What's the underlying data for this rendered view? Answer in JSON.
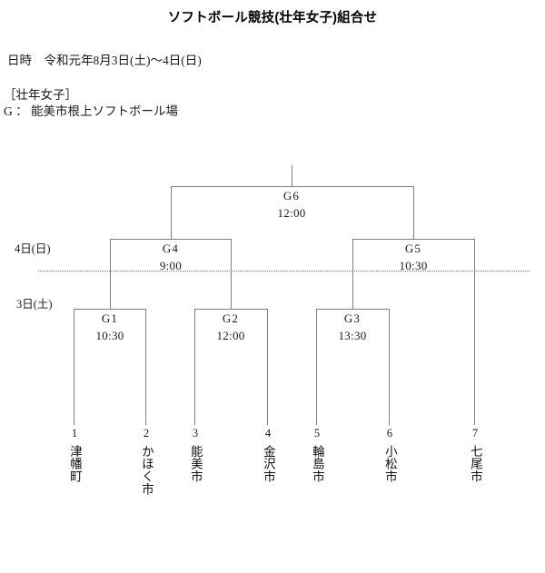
{
  "header": {
    "title": "ソフトボール競技(壮年女子)組合せ",
    "datetime": "日時　令和元年8月3日(土)〜4日(日)",
    "category": "［壮年女子］",
    "venue": "G ： 能美市根上ソフトボール場"
  },
  "day_labels": {
    "sunday": "4日(日)",
    "saturday": "3日(土)"
  },
  "colors": {
    "line": "#808080",
    "divider": "#7a7a7a",
    "text": "#1a1a1a"
  },
  "bracket": {
    "type": "single-elimination",
    "matches": [
      {
        "code": "G1",
        "time": "10:30",
        "round": 1,
        "day": "3日(土)"
      },
      {
        "code": "G2",
        "time": "12:00",
        "round": 1,
        "day": "3日(土)"
      },
      {
        "code": "G3",
        "time": "13:30",
        "round": 1,
        "day": "3日(土)"
      },
      {
        "code": "G4",
        "time": "9:00",
        "round": 2,
        "day": "4日(日)"
      },
      {
        "code": "G5",
        "time": "10:30",
        "round": 2,
        "day": "4日(日)"
      },
      {
        "code": "G6",
        "time": "12:00",
        "round": 3,
        "day": "4日(日)"
      }
    ],
    "teams": [
      {
        "seed": "1",
        "name": "津幡町"
      },
      {
        "seed": "2",
        "name": "かほく市"
      },
      {
        "seed": "3",
        "name": "能美市"
      },
      {
        "seed": "4",
        "name": "金沢市"
      },
      {
        "seed": "5",
        "name": "輪島市"
      },
      {
        "seed": "6",
        "name": "小松市"
      },
      {
        "seed": "7",
        "name": "七尾市"
      }
    ]
  }
}
